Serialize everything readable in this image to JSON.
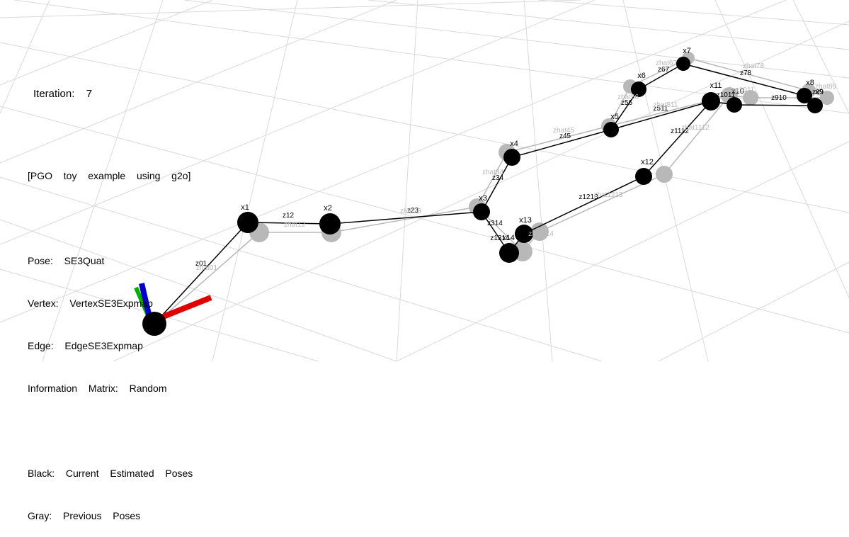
{
  "iteration": {
    "label": "Iteration:",
    "value": "7"
  },
  "info": {
    "title": "[PGO  toy  example  using  g2o]",
    "pose": "Pose:  SE3Quat",
    "vertex": "Vertex:  VertexSE3Expmap",
    "edge": "Edge:  EdgeSE3Expmap",
    "info_matrix": "Information  Matrix:  Random",
    "black_legend": "Black:  Current  Estimated  Poses",
    "gray_legend": "Gray:  Previous  Poses"
  },
  "colors": {
    "current": "#000000",
    "previous": "#b8b8b8",
    "grid": "#d9d9d9",
    "axis_x": "#e00000",
    "axis_y": "#00b000",
    "axis_z": "#0000c8"
  },
  "graph": {
    "current_nodes": [
      "x1",
      "x2",
      "x3",
      "x4",
      "x5",
      "x6",
      "x7",
      "x8",
      "x9",
      "x10",
      "x11",
      "x12",
      "x13",
      "x14"
    ],
    "current_edges": [
      "z01",
      "z12",
      "z23",
      "z34",
      "z45",
      "z56",
      "z67",
      "z78",
      "z89",
      "z910",
      "z1011",
      "z511",
      "z1112",
      "z1213",
      "z1314",
      "z314"
    ],
    "previous_edges": [
      "zhat01",
      "zhat12",
      "zhat23",
      "zhat34",
      "zhat45",
      "zhat56",
      "zhat67",
      "zhat78",
      "zhat89",
      "zhat1011",
      "zhat511",
      "zhat1112",
      "zhat1213",
      "zhat314"
    ]
  }
}
